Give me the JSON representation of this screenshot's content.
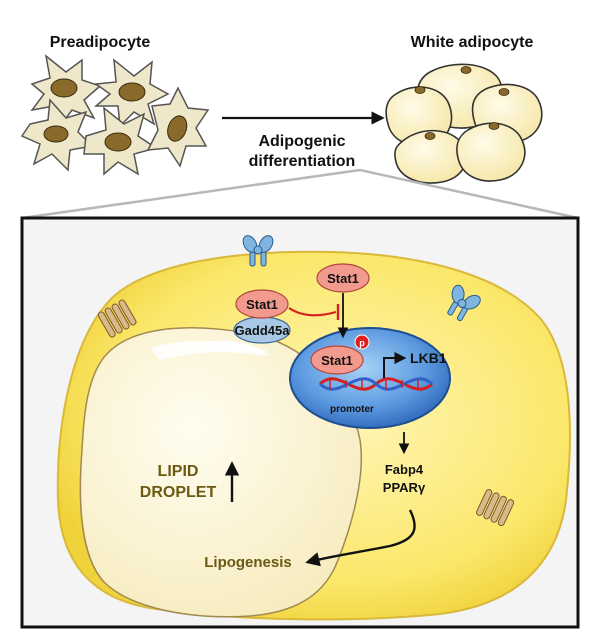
{
  "top": {
    "preadipocyte_label": "Preadipocyte",
    "white_adipocyte_label": "White adipocyte",
    "process_label_line1": "Adipogenic",
    "process_label_line2": "differentiation"
  },
  "cell": {
    "stat1_free": "Stat1",
    "stat1_complex": "Stat1",
    "gadd45a": "Gadd45a",
    "stat1_nuclear": "Stat1",
    "phospho_mark": "p",
    "lkb1": "LKB1",
    "promoter": "promoter",
    "fabp4": "Fabp4",
    "ppar": "PPARγ",
    "lipid_line1": "LIPID",
    "lipid_line2": "DROPLET",
    "lipogenesis": "Lipogenesis"
  },
  "colors": {
    "preadipocyte_fill": "#efe7c9",
    "preadipocyte_nucleus": "#8a6a2a",
    "adipocyte_fill": "#fbf2c6",
    "cell_fill": "#fbe76a",
    "droplet_fill": "#fbf3cf",
    "stat1_fill": "#f39a8e",
    "gadd45a_fill": "#a9c8e6",
    "nucleus_fill": "#2f6fc0",
    "receptor_fill": "#7fb5e0",
    "olive_text": "#6b5a12",
    "inhibit_red": "#d42020",
    "dna_red": "#d42020",
    "dna_blue": "#3060c8"
  }
}
